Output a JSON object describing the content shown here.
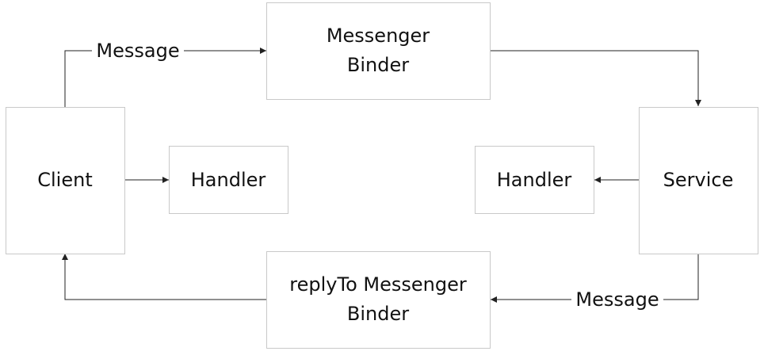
{
  "nodes": {
    "client": {
      "label": "Client"
    },
    "client_handler": {
      "label": "Handler"
    },
    "messenger_binder": {
      "line1": "Messenger",
      "line2": "Binder"
    },
    "service": {
      "label": "Service"
    },
    "service_handler": {
      "label": "Handler"
    },
    "replyto_binder": {
      "line1": "replyTo Messenger",
      "line2": "Binder"
    }
  },
  "edges": {
    "client_to_binder": {
      "label": "Message"
    },
    "service_to_replyto": {
      "label": "Message"
    }
  }
}
